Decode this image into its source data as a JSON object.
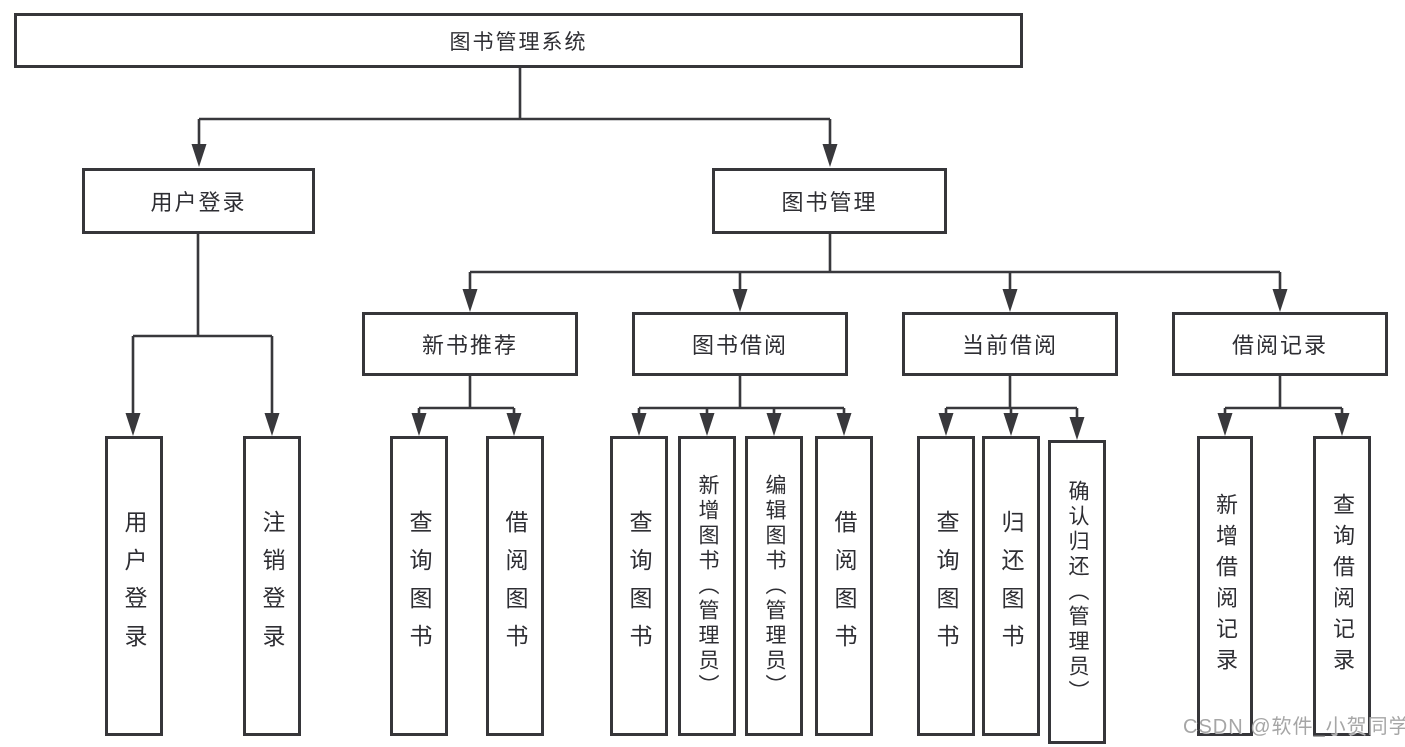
{
  "tree": {
    "root": "图书管理系统",
    "level2": [
      "用户登录",
      "图书管理"
    ],
    "level3": [
      "新书推荐",
      "图书借阅",
      "当前借阅",
      "借阅记录"
    ],
    "leaves_user_login": [
      "用户登录",
      "注销登录"
    ],
    "leaves_new_book": [
      "查询图书",
      "借阅图书"
    ],
    "leaves_book_borrow": [
      "查询图书",
      "新增图书（管理员）",
      "编辑图书（管理员）",
      "借阅图书"
    ],
    "leaves_current_borrow": [
      "查询图书",
      "归还图书",
      "确认归还（管理员）"
    ],
    "leaves_borrow_record": [
      "新增借阅记录",
      "查询借阅记录"
    ]
  },
  "watermark": "CSDN @软件_小贺同学",
  "colors": {
    "line": "#38383c",
    "box_border": "#36363a",
    "text": "#2e2e33",
    "watermark": "#a6a6a6",
    "background": "#ffffff"
  }
}
